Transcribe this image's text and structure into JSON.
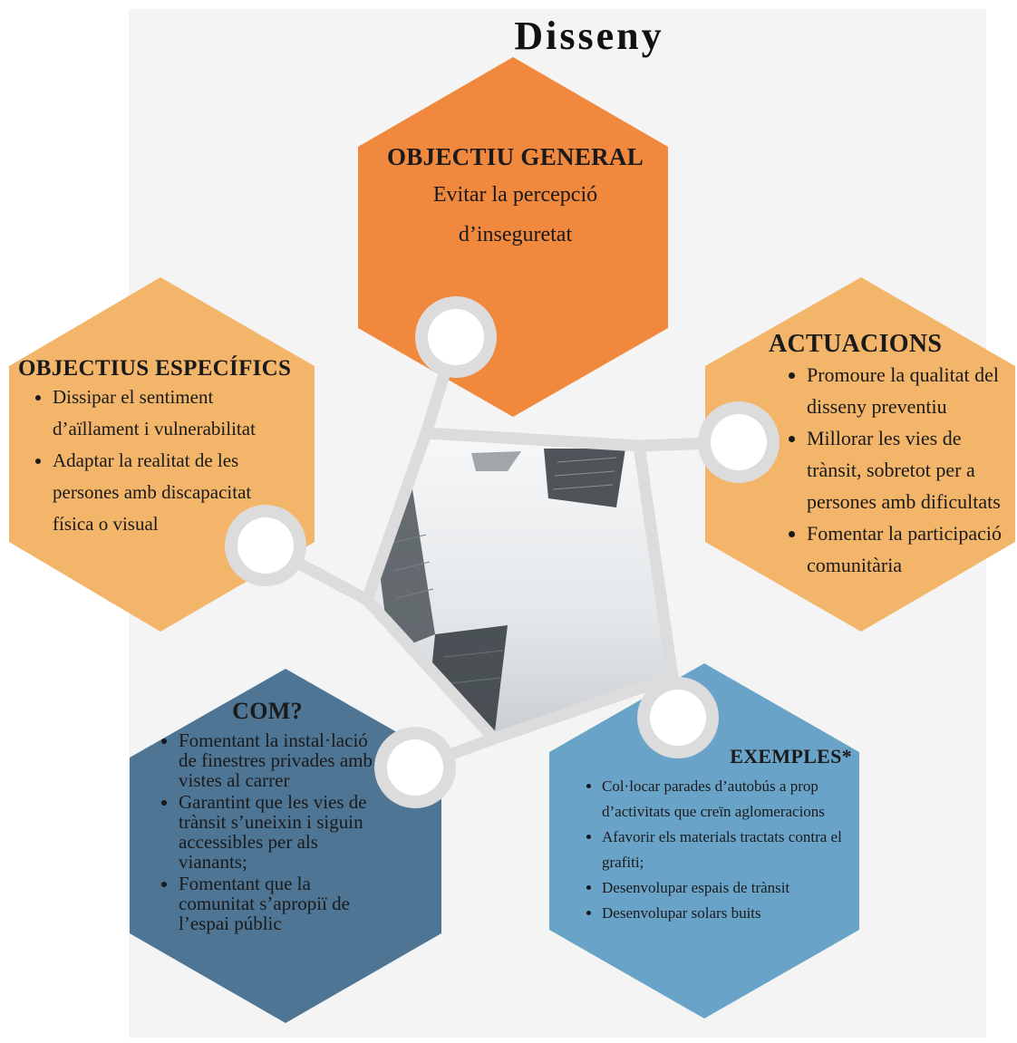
{
  "title": "Disseny",
  "colors": {
    "general": "#f0883e",
    "especifics": "#f2b56a",
    "actuacions": "#f2b56a",
    "com": "#4f7595",
    "exemples": "#6aa3c8",
    "connector": "#dcdcdc"
  },
  "hexagons": {
    "general": {
      "heading": "OBJECTIU GENERAL",
      "text_line1": "Evitar la percepció",
      "text_line2": "d’inseguretat"
    },
    "especifics": {
      "heading": "OBJECTIUS ESPECÍFICS",
      "items": [
        "Dissipar el sentiment d’aïllament i vulnerabilitat",
        "Adaptar la realitat de les persones amb discapacitat física o visual"
      ]
    },
    "actuacions": {
      "heading": "ACTUACIONS",
      "items": [
        "Promoure la qualitat del disseny preventiu",
        "Millorar les vies de trànsit, sobretot per a persones amb dificultats",
        "Fomentar la participació comunitària"
      ]
    },
    "com": {
      "heading": "COM?",
      "items": [
        "Fomentant la instal·lació de finestres privades amb vistes al carrer",
        "Garantint que les vies de trànsit s’uneixin i siguin accessibles per als vianants;",
        "Fomentant que la comunitat s’apropiï de l’espai públic"
      ]
    },
    "exemples": {
      "heading": "EXEMPLES*",
      "items": [
        "Col·locar parades d’autobús a prop d’activitats que creïn aglomeracions",
        "Afavorir els materials tractats contra el grafiti;",
        "Desenvolupar espais de trànsit",
        "Desenvolupar solars buits"
      ]
    }
  }
}
